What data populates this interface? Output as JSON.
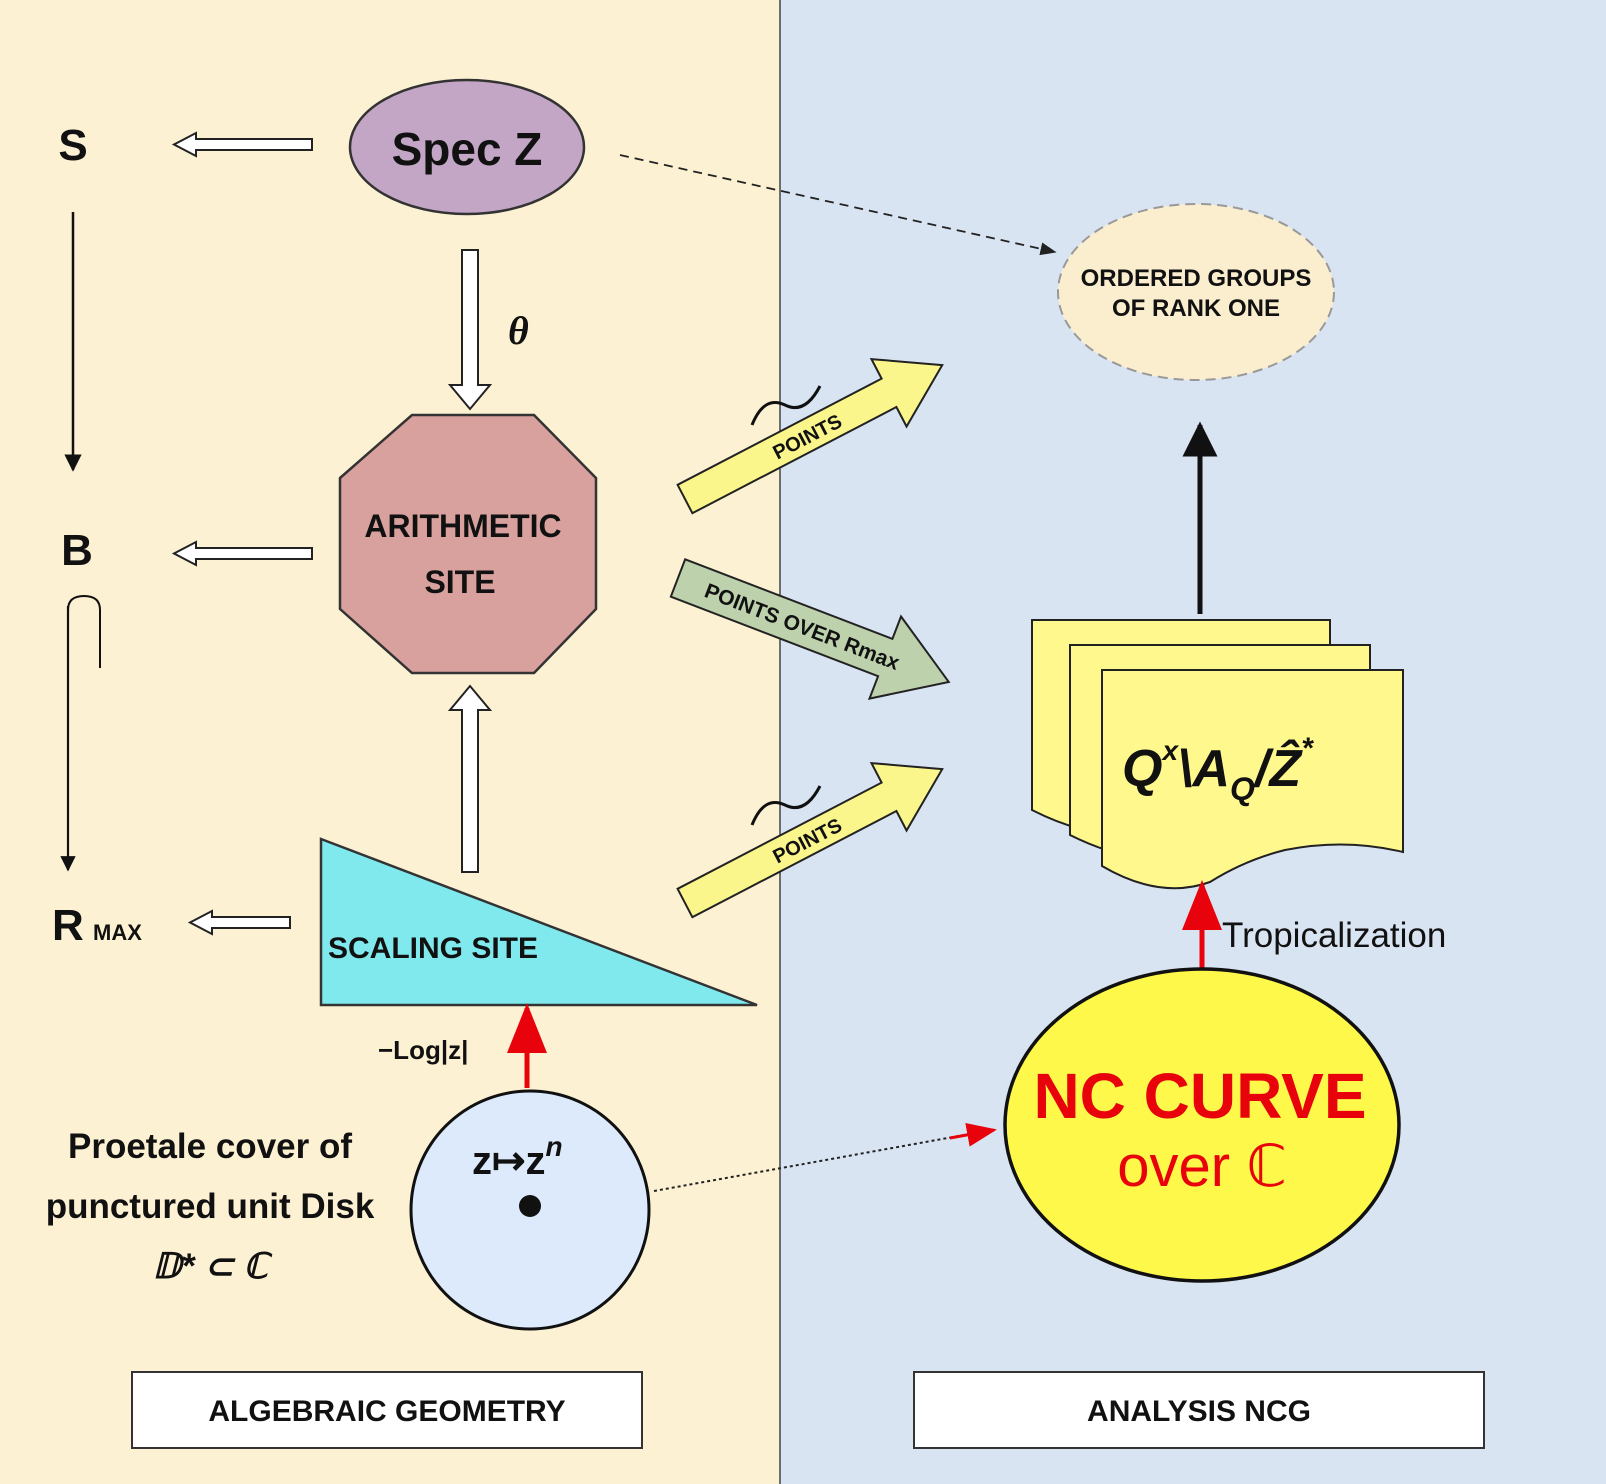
{
  "panels": {
    "left_label": "ALGEBRAIC GEOMETRY",
    "right_label": "ANALYSIS NCG"
  },
  "left_column": {
    "s": "S",
    "b": "B",
    "r": "R",
    "r_sub": "MAX"
  },
  "nodes": {
    "spec_z": "Spec Z",
    "theta": "θ",
    "arithmetic_line1": "ARITHMETIC",
    "arithmetic_line2": "SITE",
    "scaling": "SCALING SITE",
    "log": "−Log|z|",
    "disk_map_base": "z↦z",
    "disk_map_exp": "n",
    "proetale_line1": "Proetale cover of",
    "proetale_line2": "punctured unit Disk",
    "proetale_line3": "𝔻* ⊂ ℂ",
    "ordered_line1": "ORDERED GROUPS",
    "ordered_line2": "OF RANK ONE",
    "nc_line1": "NC CURVE",
    "nc_line2": "over ℂ",
    "tropicalization": "Tropicalization",
    "stack_q": "Q",
    "stack_x": "x",
    "stack_mid": "\\A",
    "stack_qsub": "Q",
    "stack_z": "/Ẑ",
    "stack_star": "*"
  },
  "arrows": {
    "points_top": "POINTS",
    "points_mid": "POINTS OVER Rmax",
    "points_bottom": "POINTS"
  },
  "colors": {
    "left_bg": "#fdf1d3",
    "right_bg": "#d9e4f2",
    "spec_fill": "#c3a6c6",
    "octagon_fill": "#d9a19e",
    "triangle_fill": "#7fe9ee",
    "yellow_arrow": "#fbf68c",
    "green_arrow": "#bcd1ac",
    "disk_fill": "#dceafb",
    "nc_fill": "#fdf84a",
    "ordered_fill": "#fbeecf",
    "stack_fill": "#fff98d",
    "red": "#e8020c"
  }
}
